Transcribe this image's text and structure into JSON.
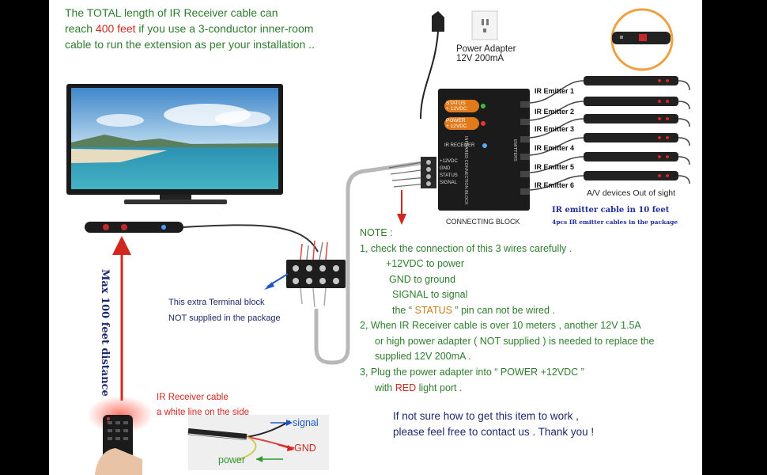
{
  "header": {
    "line1_pre": "The TOTAL length of IR Receiver cable can",
    "line2_pre": "reach ",
    "line2_highlight": "400 feet",
    "line2_post": " if you use a 3-conductor inner-room",
    "line3": "cable to run the extension as per your installation .."
  },
  "power_adapter": {
    "label_line1": "Power Adapter",
    "label_line2": "12V 200mA"
  },
  "connecting_block": {
    "label": "CONNECTING BLOCK",
    "status_label": "STATUS",
    "status_sub": "+ 12VDC",
    "power_label": "POWER",
    "power_sub": "+ 12VDC",
    "ir_receiver": "IR RECEIVER",
    "terminals": [
      "+12VDC",
      "GND",
      "STATUS",
      "SIGNAL"
    ],
    "side_text_1": "INFRARED CONNECTION BLOCK",
    "side_text_2": "EMITTERS"
  },
  "emitters": {
    "labels": [
      "IR Emitter 1",
      "IR Emitter 2",
      "IR Emitter 3",
      "IR Emitter 4",
      "IR Emitter 5",
      "IR Emitter 6"
    ],
    "devices_caption": "A/V devices Out of sight",
    "cable_caption": "IR emitter cable in 10 feet",
    "package_caption": "4pcs IR emitter cables in the package"
  },
  "terminal_block": {
    "caption_line1": "This extra Terminal block",
    "caption_line2": "NOT supplied in the package"
  },
  "distance": {
    "label": "Max 100 feet distance"
  },
  "receiver_cable": {
    "title": "IR Receiver cable",
    "subtitle": "a white line on the side",
    "signal": "signal",
    "gnd": "GND",
    "power": "power"
  },
  "note": {
    "heading": "NOTE :",
    "item1": "1, check the connection of this 3 wires carefully .",
    "item1_a": "+12VDC to power",
    "item1_b": "GND to ground",
    "item1_c": "SIGNAL to signal",
    "item1_d_pre": "the “ ",
    "item1_d_status": "STATUS",
    "item1_d_post": " ” pin  can not be wired .",
    "item2_l1": "2,  When IR Receiver cable is over 10 meters , another 12V 1.5A",
    "item2_l2": "or high power adapter ( NOT supplied ) is needed to replace the",
    "item2_l3": "supplied 12V 200mA .",
    "item3_l1": "3, Plug the power adapter into “ POWER +12VDC ”",
    "item3_l2_pre": "with ",
    "item3_l2_red": "RED",
    "item3_l2_post": " light port ."
  },
  "contact": {
    "line1": "If not sure how to get this item to work ,",
    "line2": "please feel free to contact us . Thank you !"
  },
  "colors": {
    "green": "#2e7d2e",
    "red": "#d0281f",
    "navy": "#1d2a6b",
    "orange": "#c97a18"
  }
}
